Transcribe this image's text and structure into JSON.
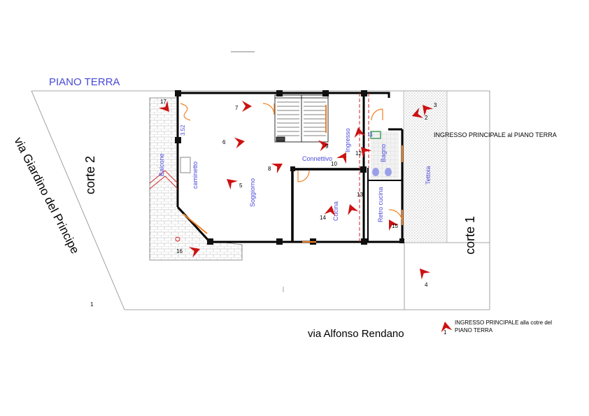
{
  "title": "PIANO TERRA",
  "streets": {
    "left": "via Giardino del Principe",
    "bottom": "via Alfonso Rendano"
  },
  "courtyards": {
    "left": "corte 2",
    "right": "corte 1"
  },
  "rooms": {
    "balcony": "Balcone",
    "fireplace": "caminetto",
    "living": "Soggiorno",
    "connector": "Connettivo",
    "entrance": "Ingresso",
    "kitchen": "Cucina",
    "back_kitchen": "Retro cucina",
    "bathroom": "Bagno",
    "canopy": "Tettoia"
  },
  "dimension_label": "3.52",
  "legend": {
    "main_entrance": "INGRESSO PRINCIPALE al PIANO TERRA",
    "courtyard_entrance_line1": "INGRESSO PRINCIPALE alla  cotre del",
    "courtyard_entrance_line2": "PIANO TERRA",
    "marker_number": "1"
  },
  "site_marker": "1",
  "viewpoints": [
    "1",
    "2",
    "3",
    "4",
    "5",
    "6",
    "7",
    "8",
    "9",
    "10",
    "11",
    "12",
    "13",
    "14",
    "15",
    "16",
    "17"
  ],
  "colors": {
    "title": "#4a4ad8",
    "room_label": "#4a4ad8",
    "wall": "#000000",
    "door": "#f08020",
    "arrow": "#cc1111",
    "hatch": "#c8c8c8",
    "dashed": "#d02020"
  }
}
